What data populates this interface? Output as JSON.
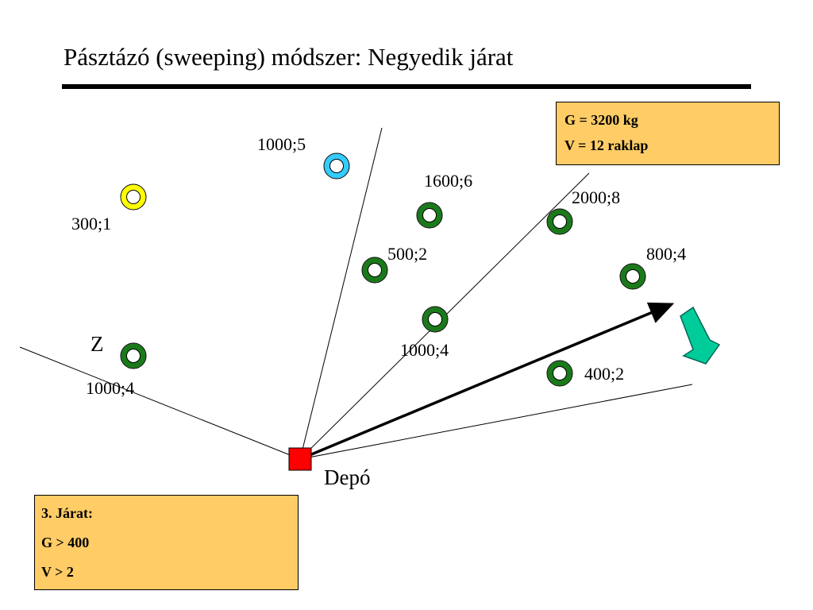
{
  "title": "Pásztázó (sweeping) módszer: Negyedik járat",
  "capacity": {
    "weight": "G = 3200 kg",
    "volume": "V = 12 raklap"
  },
  "route": {
    "heading": "3. Járat:",
    "weight": "G > 400",
    "volume": "V > 2"
  },
  "depot_label": "Depó",
  "z_label": "Z",
  "customers": [
    {
      "id": "c1",
      "label": "300;1",
      "color": "#ffff00"
    },
    {
      "id": "c2",
      "label": "1000;5",
      "color": "#33ccff"
    },
    {
      "id": "c3",
      "label": "1600;6",
      "color": "#ffffff"
    },
    {
      "id": "c4",
      "label": "500;2",
      "color": "#ffffff"
    },
    {
      "id": "c5",
      "label": "2000;8",
      "color": "#ffffff"
    },
    {
      "id": "c6",
      "label": "800;4",
      "color": "#ffffff"
    },
    {
      "id": "c7",
      "label": "1000;4",
      "color": "#ffffff"
    },
    {
      "id": "c8",
      "label": "400;2",
      "color": "#ffffff"
    },
    {
      "id": "c9",
      "label": "1000;4",
      "color": "#ffffff"
    }
  ],
  "colors": {
    "node_ring": "#1a7a1a",
    "depot": "#ff0000",
    "sweep_arrow": "#00cc99",
    "box_fill": "#ffcc66"
  }
}
